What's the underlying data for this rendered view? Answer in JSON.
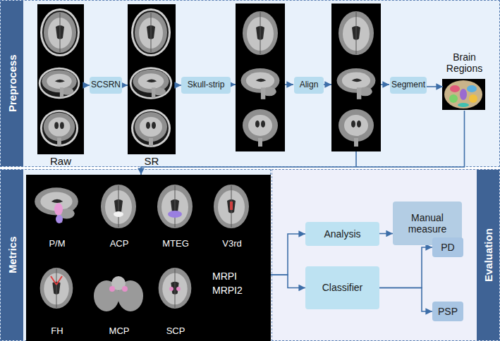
{
  "diagram": {
    "nodes": [
      {
        "text": [
          "Preprocess"
        ]
      },
      {
        "text": [
          "Raw"
        ],
        "in": 0
      },
      {
        "text": [
          "SCSRN"
        ],
        "in": 0
      },
      {
        "text": [
          "SR"
        ],
        "in": 0
      },
      {
        "text": [
          "Skull-strip"
        ],
        "in": 0
      },
      {
        "text": [
          "Align"
        ],
        "in": 0
      },
      {
        "text": [
          "Segment"
        ],
        "in": 0
      },
      {
        "text": [
          "Brain Regions"
        ],
        "in": 0
      },
      {
        "text": [
          "Metrics"
        ]
      },
      {
        "text": [
          "MRPI",
          "MRPI2"
        ],
        "in": 8
      },
      {
        "text": [
          "P/M"
        ],
        "in": 9
      },
      {
        "text": [
          "ACP"
        ],
        "in": 9
      },
      {
        "text": [
          "MTEG"
        ],
        "in": 9
      },
      {
        "text": [
          "V3rd"
        ],
        "in": 9
      },
      {
        "text": [
          "FH"
        ],
        "in": 9
      },
      {
        "text": [
          "MCP"
        ],
        "in": 9
      },
      {
        "text": [
          "SCP"
        ],
        "in": 9
      },
      {
        "text": [
          "Evaluation"
        ]
      },
      {
        "text": [
          "Analysis"
        ],
        "in": 17
      },
      {
        "text": [
          "Manual measure"
        ],
        "in": 17
      },
      {
        "text": [
          "Classifier"
        ],
        "in": 17
      },
      {
        "text": [
          "PD"
        ],
        "in": 17
      },
      {
        "text": [
          "PSP"
        ],
        "in": 17
      }
    ],
    "edges": [
      {
        "from": 1,
        "to": 2,
        "arrow": "to"
      },
      {
        "from": 2,
        "to": 3,
        "arrow": "to"
      },
      {
        "from": 3,
        "to": 4,
        "arrow": "to"
      },
      {
        "from": 6,
        "to": 7,
        "arrow": "to"
      },
      {
        "from": 7,
        "to": 9,
        "arrow": "to"
      },
      {
        "from": 9,
        "to": 18,
        "arrow": "to"
      },
      {
        "from": 9,
        "to": 20,
        "arrow": "to"
      },
      {
        "from": 18,
        "to": 19,
        "arrow": "to"
      },
      {
        "from": 20,
        "to": 21,
        "arrow": "to"
      },
      {
        "from": 20,
        "to": 22,
        "arrow": "to"
      }
    ]
  }
}
